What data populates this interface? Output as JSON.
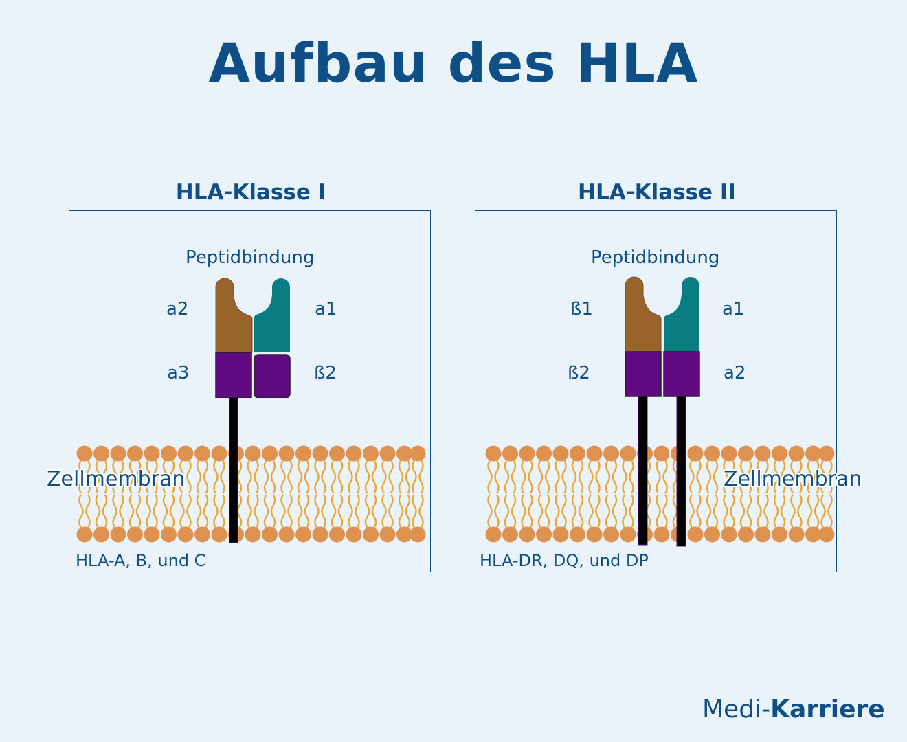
{
  "title": "Aufbau des HLA",
  "colors": {
    "background": "#eaf2fa",
    "text": "#0d4f86",
    "alpha_brown": "#98642a",
    "alpha_teal": "#0a7d82",
    "purple": "#5f0a80",
    "anchor": "#000000",
    "lipid_head": "#df9150",
    "lipid_tail": "#e8a838"
  },
  "panels": [
    {
      "title": "HLA-Klasse I",
      "peptide_label": "Peptidbindung",
      "domains": {
        "top_left": "a2",
        "top_right": "a1",
        "bottom_left": "a3",
        "bottom_right": "ß2"
      },
      "membrane_label": "Zellmembran",
      "subtypes": "HLA-A, B, und C"
    },
    {
      "title": "HLA-Klasse II",
      "peptide_label": "Peptidbindung",
      "domains": {
        "top_left": "ß1",
        "top_right": "a1",
        "bottom_left": "ß2",
        "bottom_right": "a2"
      },
      "membrane_label": "Zellmembran",
      "subtypes": "HLA-DR, DQ, und DP"
    }
  ],
  "logo": {
    "part1": "Medi-",
    "part2": "Karriere"
  }
}
